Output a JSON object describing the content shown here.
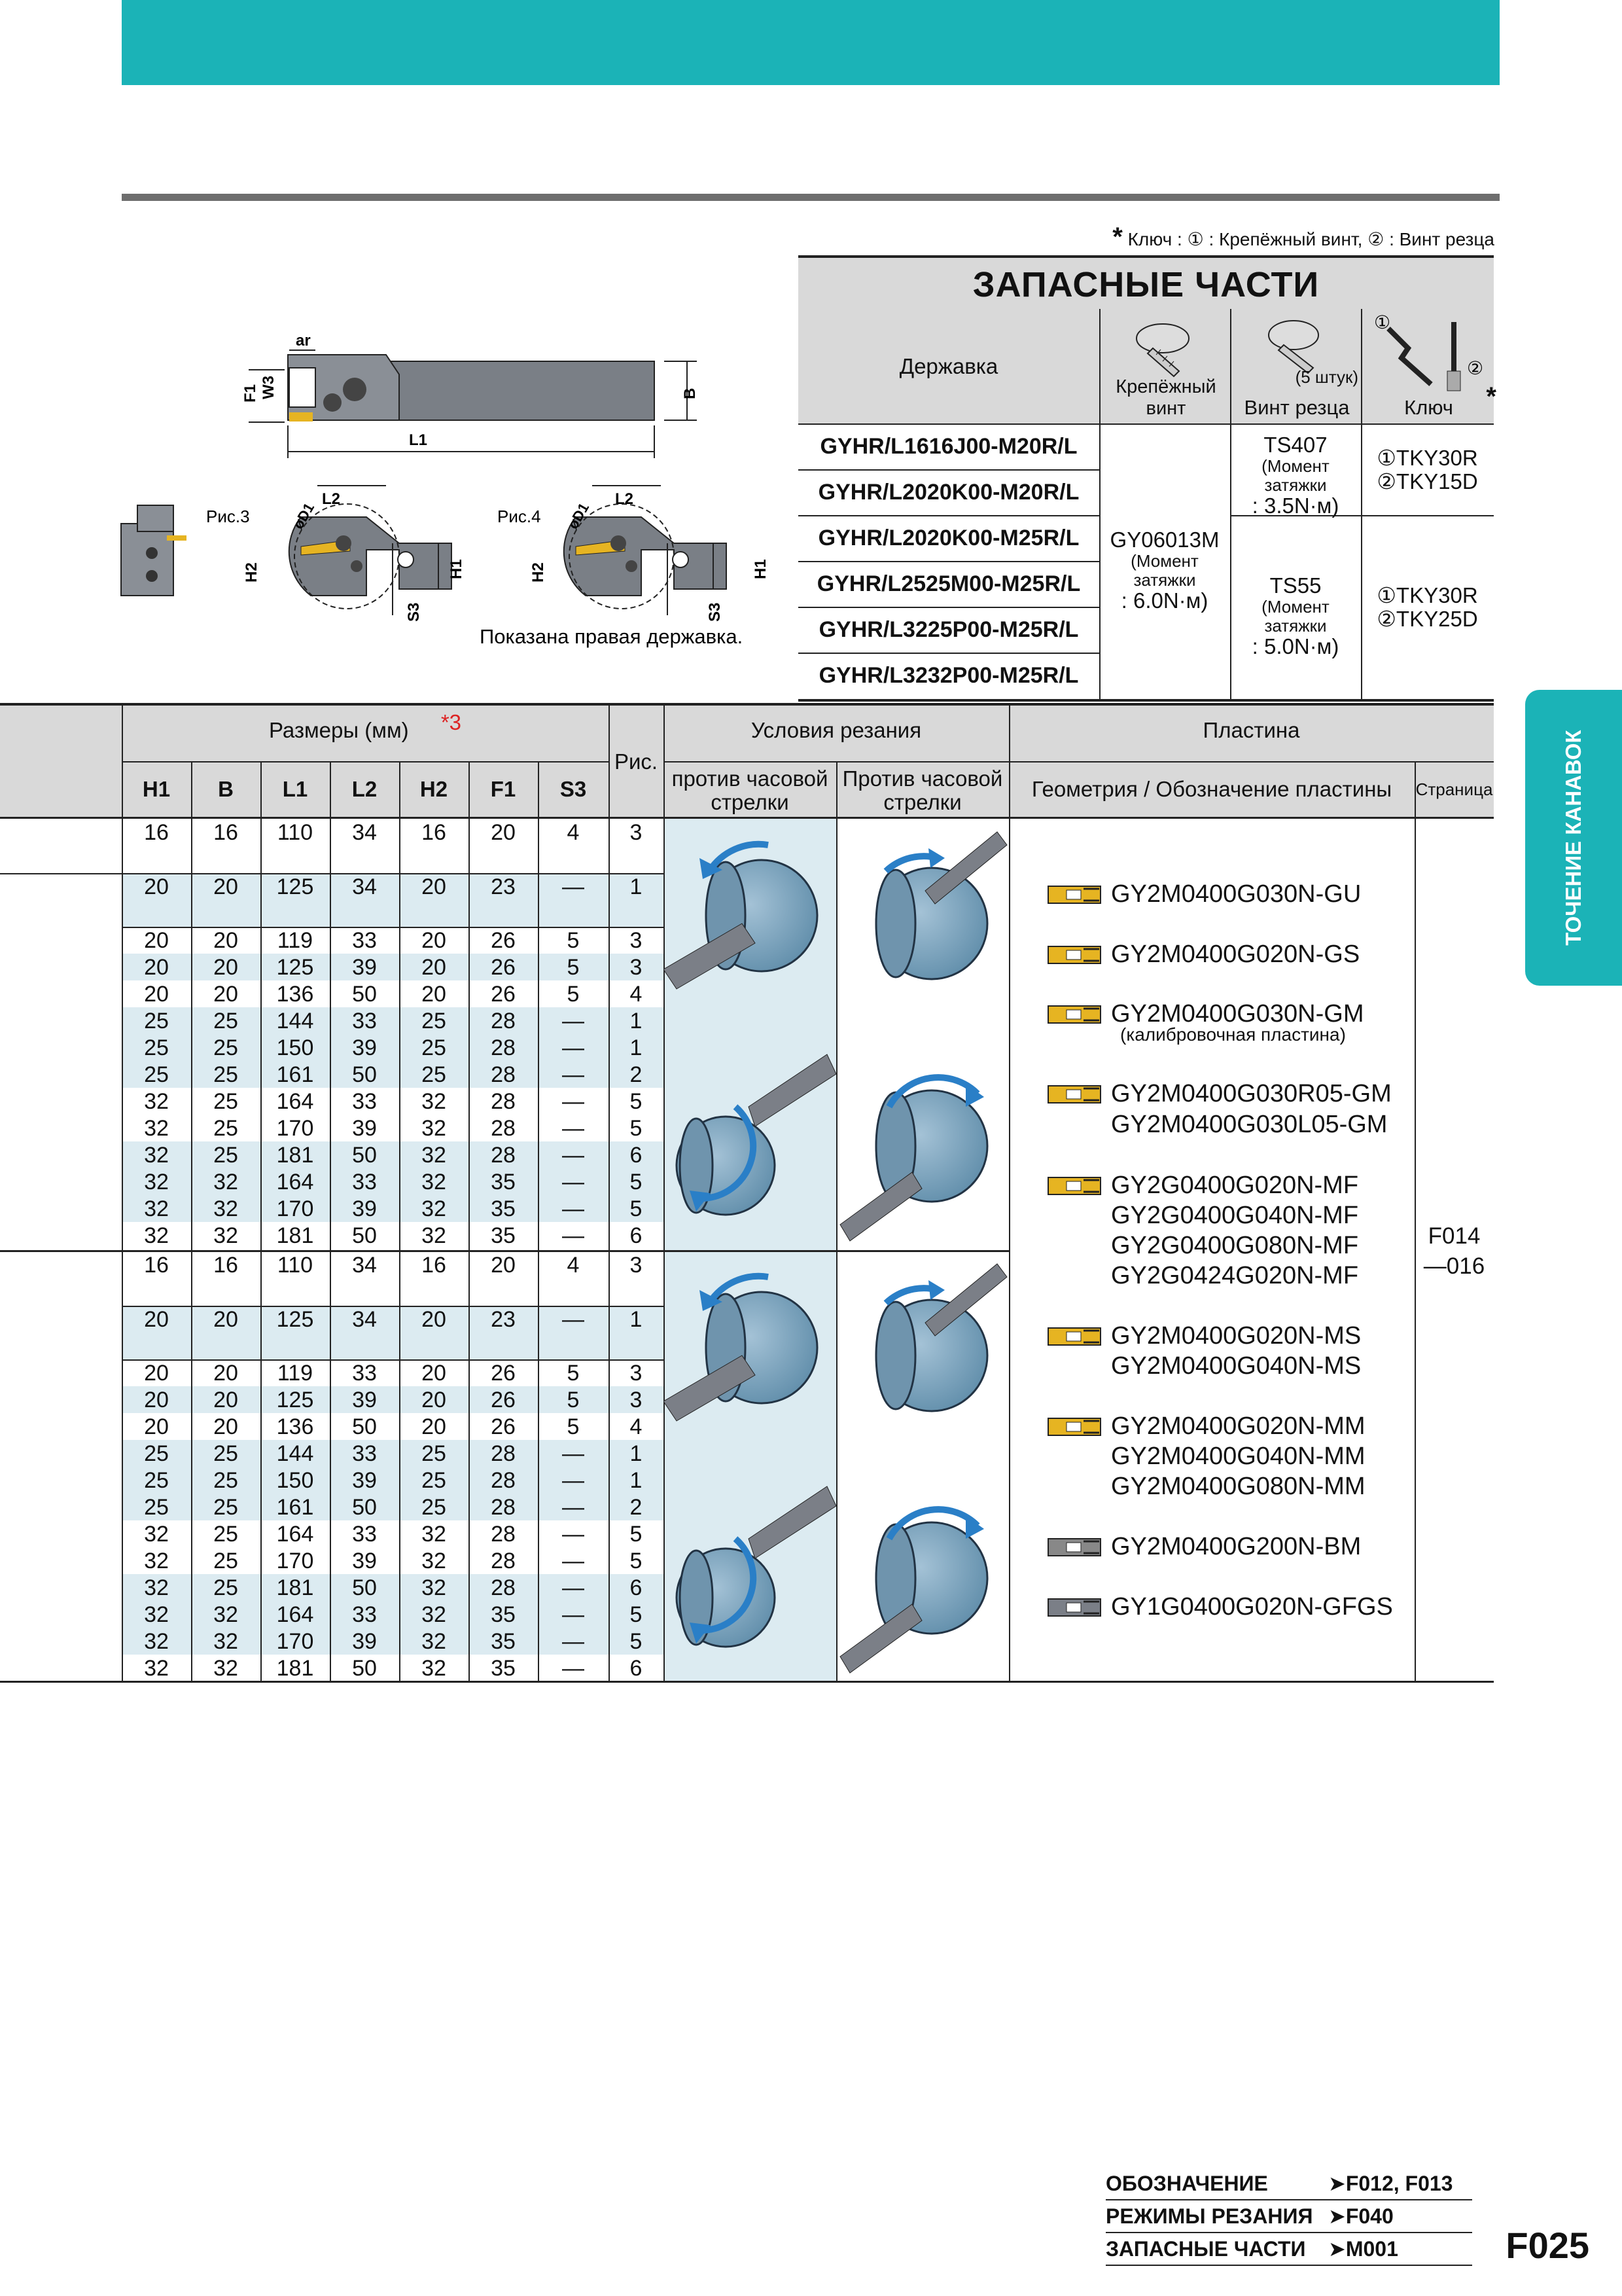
{
  "key_note": {
    "star": "*",
    "text": "Ключ : ① : Крепёжный винт, ② : Винт резца"
  },
  "spare": {
    "title": "ЗАПАСНЫЕ ЧАСТИ",
    "holder_label": "Державка",
    "clamp_screw_label": "Крепёжный винт",
    "cutter_screw_label": "Винт резца",
    "pieces_note": "(5 штук)",
    "key_label": "Ключ",
    "key_star": "*",
    "key_num1": "①",
    "key_num2": "②",
    "holders": [
      "GYHR/L1616J00-M20R/L",
      "GYHR/L2020K00-M20R/L",
      "GYHR/L2020K00-M25R/L",
      "GYHR/L2525M00-M25R/L",
      "GYHR/L3225P00-M25R/L",
      "GYHR/L3232P00-M25R/L"
    ],
    "clamp_screw": {
      "code": "GY06013M",
      "torque_label": "(Момент затяжки",
      "torque_value": ": 6.0N·м)"
    },
    "cutter_screw_1": {
      "code": "TS407",
      "torque_label": "(Момент затяжки",
      "torque_value": ": 3.5N·м)"
    },
    "cutter_screw_2": {
      "code": "TS55",
      "torque_label": "(Момент затяжки",
      "torque_value": ": 5.0N·м)"
    },
    "key_1": {
      "a": "①TKY30R",
      "b": "②TKY15D"
    },
    "key_2": {
      "a": "①TKY30R",
      "b": "②TKY25D"
    }
  },
  "drawing": {
    "dim_labels": {
      "ar": "ar",
      "w3": "W3",
      "f1": "F1",
      "b": "B",
      "l1": "L1",
      "l2": "L2",
      "d1": "øD1",
      "h2": "H2",
      "h1": "H1",
      "s3": "S3"
    },
    "fig3": "Рис.3",
    "fig4": "Рис.4",
    "caption": "Показана правая державка."
  },
  "table": {
    "dims_header": "Размеры (мм)",
    "dims_note": "*3",
    "fig_header": "Рис.",
    "cond_header": "Условия резания",
    "ccw": "против часовой стрелки",
    "cw": "Против часовой стрелки",
    "insert_header": "Пластина",
    "geom_header": "Геометрия / Обозначение пластины",
    "page_header": "Страница",
    "cols": [
      "H1",
      "B",
      "L1",
      "L2",
      "H2",
      "F1",
      "S3"
    ],
    "rows": [
      [
        "16",
        "16",
        "110",
        "34",
        "16",
        "20",
        "4",
        "3"
      ],
      [
        "20",
        "20",
        "125",
        "34",
        "20",
        "23",
        "—",
        "1"
      ],
      [
        "20",
        "20",
        "119",
        "33",
        "20",
        "26",
        "5",
        "3"
      ],
      [
        "20",
        "20",
        "125",
        "39",
        "20",
        "26",
        "5",
        "3"
      ],
      [
        "20",
        "20",
        "136",
        "50",
        "20",
        "26",
        "5",
        "4"
      ],
      [
        "25",
        "25",
        "144",
        "33",
        "25",
        "28",
        "—",
        "1"
      ],
      [
        "25",
        "25",
        "150",
        "39",
        "25",
        "28",
        "—",
        "1"
      ],
      [
        "25",
        "25",
        "161",
        "50",
        "25",
        "28",
        "—",
        "2"
      ],
      [
        "32",
        "25",
        "164",
        "33",
        "32",
        "28",
        "—",
        "5"
      ],
      [
        "32",
        "25",
        "170",
        "39",
        "32",
        "28",
        "—",
        "5"
      ],
      [
        "32",
        "25",
        "181",
        "50",
        "32",
        "28",
        "—",
        "6"
      ],
      [
        "32",
        "32",
        "164",
        "33",
        "32",
        "35",
        "—",
        "5"
      ],
      [
        "32",
        "32",
        "170",
        "39",
        "32",
        "35",
        "—",
        "5"
      ],
      [
        "32",
        "32",
        "181",
        "50",
        "32",
        "35",
        "—",
        "6"
      ],
      [
        "16",
        "16",
        "110",
        "34",
        "16",
        "20",
        "4",
        "3"
      ],
      [
        "20",
        "20",
        "125",
        "34",
        "20",
        "23",
        "—",
        "1"
      ],
      [
        "20",
        "20",
        "119",
        "33",
        "20",
        "26",
        "5",
        "3"
      ],
      [
        "20",
        "20",
        "125",
        "39",
        "20",
        "26",
        "5",
        "3"
      ],
      [
        "20",
        "20",
        "136",
        "50",
        "20",
        "26",
        "5",
        "4"
      ],
      [
        "25",
        "25",
        "144",
        "33",
        "25",
        "28",
        "—",
        "1"
      ],
      [
        "25",
        "25",
        "150",
        "39",
        "25",
        "28",
        "—",
        "1"
      ],
      [
        "25",
        "25",
        "161",
        "50",
        "25",
        "28",
        "—",
        "2"
      ],
      [
        "32",
        "25",
        "164",
        "33",
        "32",
        "28",
        "—",
        "5"
      ],
      [
        "32",
        "25",
        "170",
        "39",
        "32",
        "28",
        "—",
        "5"
      ],
      [
        "32",
        "25",
        "181",
        "50",
        "32",
        "28",
        "—",
        "6"
      ],
      [
        "32",
        "32",
        "164",
        "33",
        "32",
        "35",
        "—",
        "5"
      ],
      [
        "32",
        "32",
        "170",
        "39",
        "32",
        "35",
        "—",
        "5"
      ],
      [
        "32",
        "32",
        "181",
        "50",
        "32",
        "35",
        "—",
        "6"
      ]
    ],
    "inserts": [
      "GY2M0400G030N-GU",
      "GY2M0400G020N-GS",
      "GY2M0400G030N-GM",
      "GY2M0400G030R05-GM",
      "GY2M0400G030L05-GM",
      "GY2G0400G020N-MF",
      "GY2G0400G040N-MF",
      "GY2G0400G080N-MF",
      "GY2G0424G020N-MF",
      "GY2M0400G020N-MS",
      "GY2M0400G040N-MS",
      "GY2M0400G020N-MM",
      "GY2M0400G040N-MM",
      "GY2M0400G080N-MM",
      "GY2M0400G200N-BM",
      "GY1G0400G020N-GFGS"
    ],
    "insert_sub": "(калибровочная пластина)",
    "page_ref_1": "F014",
    "page_ref_2": "—016"
  },
  "side_tab": "ТОЧЕНИЕ КАНАВОК",
  "footer": [
    {
      "label": "ОБОЗНАЧЕНИЕ",
      "ref": "➤F012, F013"
    },
    {
      "label": "РЕЖИМЫ РЕЗАНИЯ",
      "ref": "➤F040"
    },
    {
      "label": "ЗАПАСНЫЕ ЧАСТИ",
      "ref": "➤M001"
    }
  ],
  "page_number": "F025",
  "colors": {
    "teal": "#1bb3b7",
    "band": "#dcebf1",
    "header_gray": "#d9d9d9",
    "arrow_blue": "#2a7fc7",
    "insert_yellow": "#e6b422"
  }
}
